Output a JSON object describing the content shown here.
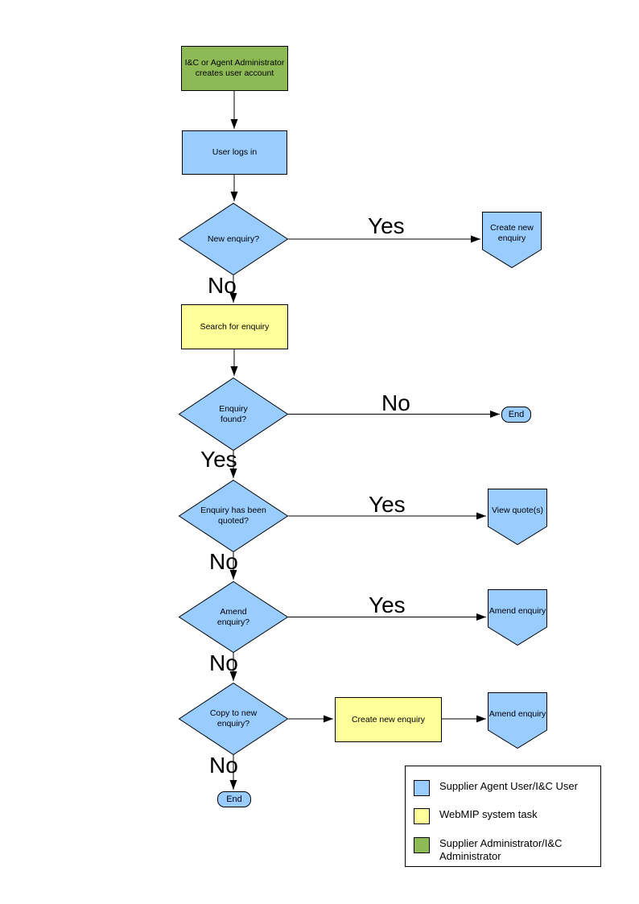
{
  "colors": {
    "user_fill": "#99CCFF",
    "system_fill": "#FFFF99",
    "admin_fill": "#8EBA56",
    "line": "#000000"
  },
  "nodes": {
    "create_account": "I&C or Agent Administrator creates user account",
    "user_logs_in": "User logs in",
    "new_enquiry_q": "New enquiry?",
    "create_new_enquiry_ref": "Create new enquiry",
    "search_for_enquiry": "Search for enquiry",
    "enquiry_found_q": "Enquiry found?",
    "end_1": "End",
    "enquiry_quoted_q": "Enquiry has been quoted?",
    "view_quotes_ref": "View quote(s)",
    "amend_enquiry_q": "Amend enquiry?",
    "amend_enquiry_ref_1": "Amend enquiry",
    "copy_to_new_q": "Copy to new enquiry?",
    "create_new_enquiry_task": "Create new enquiry",
    "amend_enquiry_ref_2": "Amend enquiry",
    "end_2": "End"
  },
  "edge_labels": {
    "new_enquiry_yes": "Yes",
    "new_enquiry_no": "No",
    "enquiry_found_no": "No",
    "enquiry_found_yes": "Yes",
    "quoted_yes": "Yes",
    "quoted_no": "No",
    "amend_yes": "Yes",
    "amend_no": "No",
    "copy_no": "No"
  },
  "legend": {
    "items": [
      {
        "color": "#99CCFF",
        "label": "Supplier Agent User/I&C User"
      },
      {
        "color": "#FFFF99",
        "label": "WebMIP system task"
      },
      {
        "color": "#8EBA56",
        "label": "Supplier Administrator/I&C Administrator"
      }
    ]
  }
}
